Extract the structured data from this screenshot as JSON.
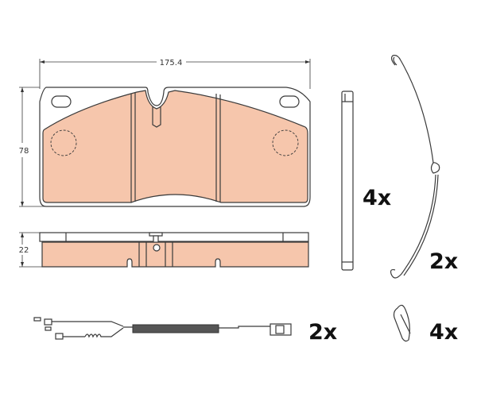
{
  "dimensions": {
    "width": "175.4",
    "height": "78",
    "thickness": "22"
  },
  "quantities": {
    "pin": "4x",
    "spring": "2x",
    "wear_sensor": "2x",
    "clip": "4x"
  },
  "colors": {
    "friction_material": "#f6c6ac",
    "outline": "#3a3a3a"
  }
}
